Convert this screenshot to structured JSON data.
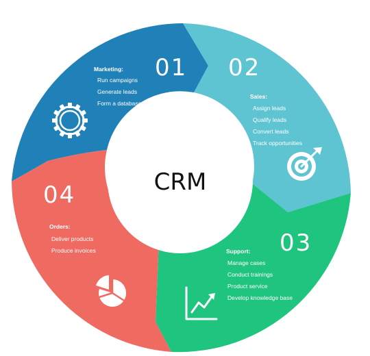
{
  "center_label": "CRM",
  "colors": {
    "marketing": "#2080b8",
    "sales": "#5ec4d2",
    "support": "#1fc47f",
    "orders": "#ef6b62",
    "center": "#ffffff",
    "text": "#ffffff"
  },
  "segments": [
    {
      "number": "01",
      "title": "Marketing:",
      "items": [
        "Run campaigns",
        "Generate leads",
        "Form a database"
      ],
      "icon": "gear-icon"
    },
    {
      "number": "02",
      "title": "Sales:",
      "items": [
        "Assign leads",
        "Qualify leads",
        "Convert leads",
        "Track opportunities"
      ],
      "icon": "target-icon"
    },
    {
      "number": "03",
      "title": "Support:",
      "items": [
        "Manage cases",
        "Conduct trainings",
        "Product service",
        "Develop knowledge base"
      ],
      "icon": "growth-chart-icon"
    },
    {
      "number": "04",
      "title": "Orders:",
      "items": [
        "Deliver products",
        "Produce invoices"
      ],
      "icon": "pie-chart-icon"
    }
  ]
}
